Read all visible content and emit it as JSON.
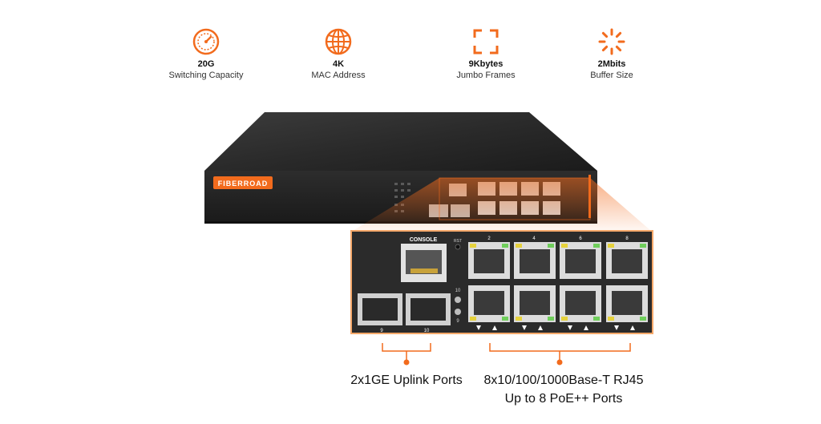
{
  "features": [
    {
      "icon": "speedometer-icon",
      "value": "20G",
      "label": "Switching Capacity"
    },
    {
      "icon": "globe-icon",
      "value": "4K",
      "label": "MAC Address"
    },
    {
      "icon": "frame-corners-icon",
      "value": "9Kbytes",
      "label": "Jumbo Frames"
    },
    {
      "icon": "spinner-icon",
      "value": "2Mbits",
      "label": "Buffer Size"
    }
  ],
  "device": {
    "brand": "FIBERROAD",
    "console_label": "CONSOLE",
    "rst_label": "RST",
    "top_port_numbers": [
      "2",
      "4",
      "6",
      "8"
    ],
    "sfp_numbers": [
      "9",
      "10"
    ],
    "led_labels": [
      "10",
      "9"
    ]
  },
  "captions": {
    "uplink": "2x1GE Uplink Ports",
    "rj45_line1": "8x10/100/1000Base-T RJ45",
    "rj45_line2": "Up to 8 PoE++ Ports"
  },
  "colors": {
    "accent": "#f26b1d",
    "panel": "#2a2a2a",
    "body": "#222222"
  }
}
